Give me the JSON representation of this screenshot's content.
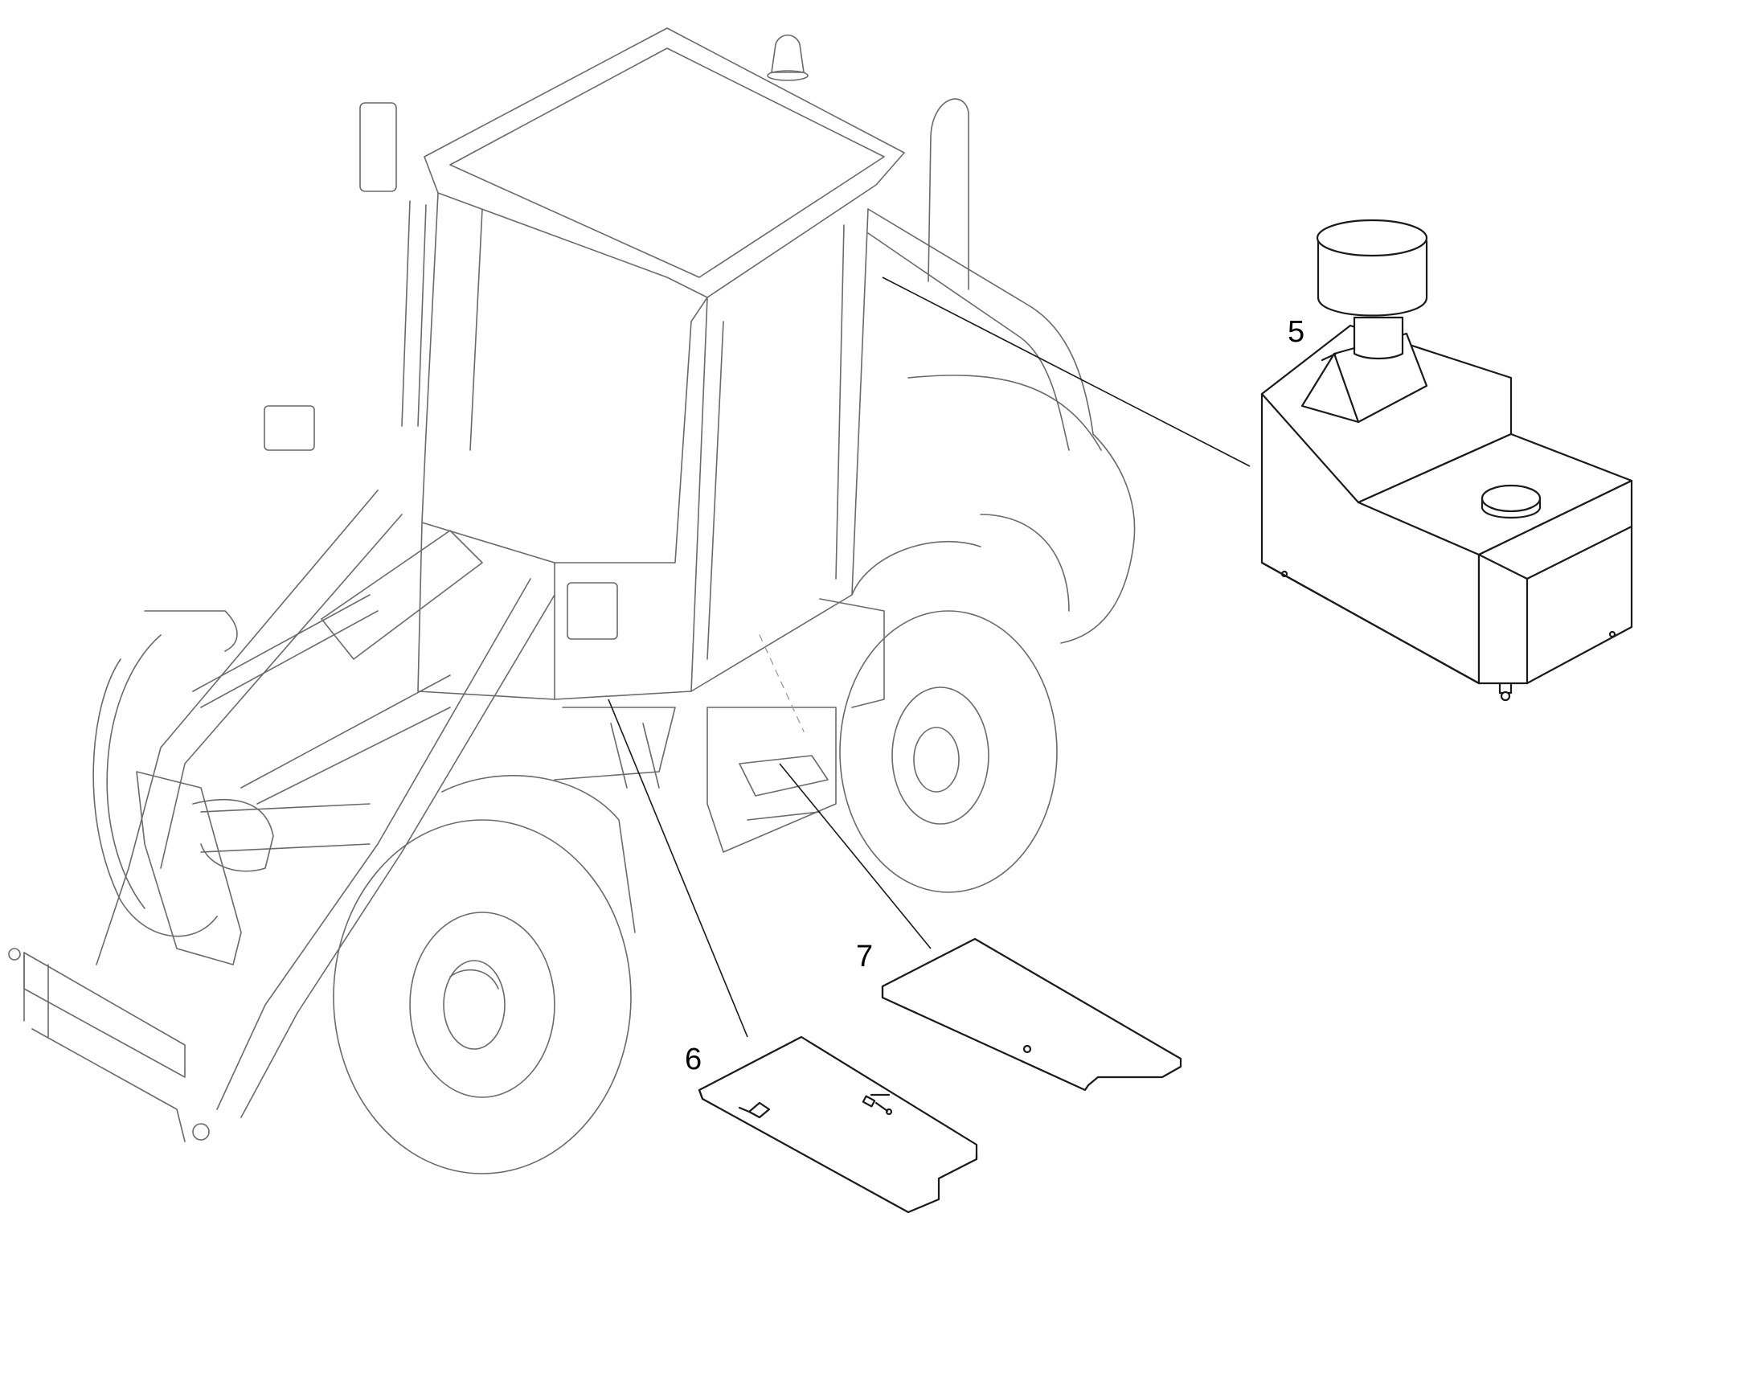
{
  "diagram": {
    "callouts": [
      {
        "id": "5",
        "label": "5"
      },
      {
        "id": "6",
        "label": "6"
      },
      {
        "id": "7",
        "label": "7"
      }
    ],
    "colors": {
      "line_dark": "#1a1a1a",
      "line_light": "#6a6a6a",
      "background": "#ffffff"
    }
  }
}
